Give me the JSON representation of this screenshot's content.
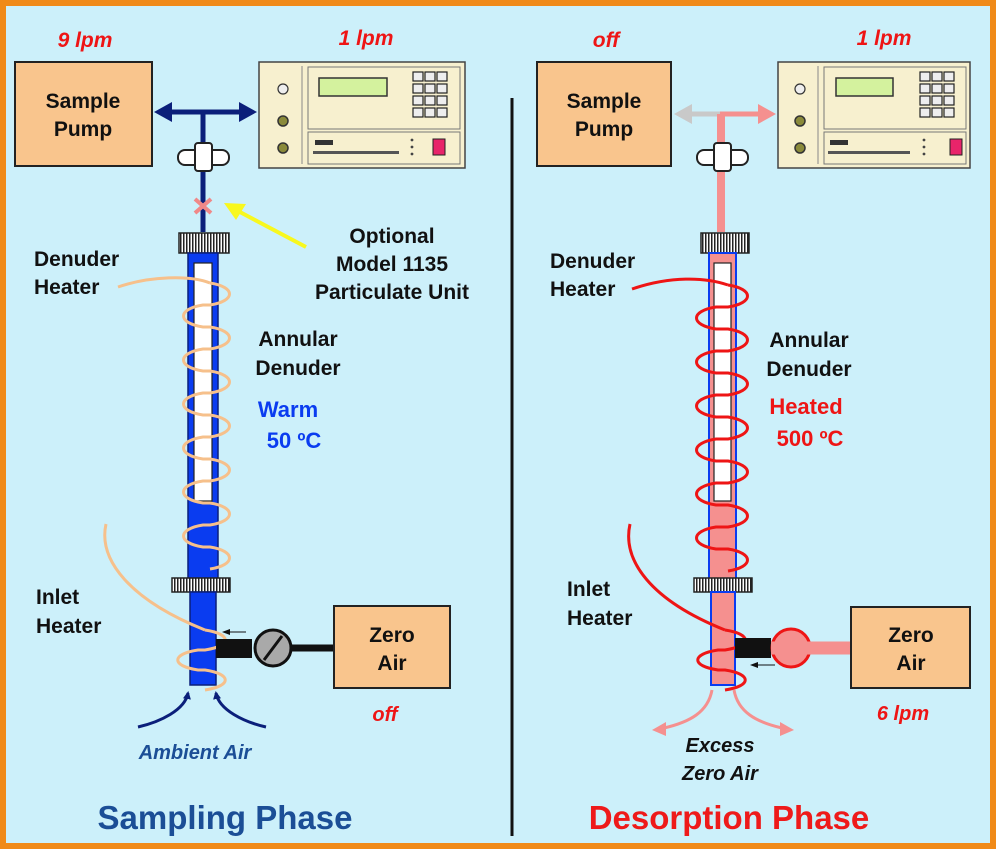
{
  "colors": {
    "frame": "#F08A18",
    "background": "#CCF0FA",
    "box_fill": "#F9C58D",
    "sampling_blue": "#0A3CF0",
    "navy": "#0B1F7A",
    "pink": "#F5908F",
    "red": "#EE1515",
    "heater_tan": "#F6C08B",
    "yellow_arrow": "#F8F81E",
    "phase_left": "#1B4E96",
    "phase_right": "#EE1A1A",
    "analyzer_body": "#F7F0CF",
    "display_green": "#D4F29E"
  },
  "left": {
    "flow_pump": "9 lpm",
    "flow_analyzer": "1 lpm",
    "pump_line1": "Sample",
    "pump_line2": "Pump",
    "optional_line1": "Optional",
    "optional_line2": "Model 1135",
    "optional_line3": "Particulate Unit",
    "denuder_heater_line1": "Denuder",
    "denuder_heater_line2": "Heater",
    "annular_line1": "Annular",
    "annular_line2": "Denuder",
    "temp_state": "Warm",
    "temp_value": "50 ºC",
    "inlet_line1": "Inlet",
    "inlet_line2": "Heater",
    "zero_line1": "Zero",
    "zero_line2": "Air",
    "zero_flow": "off",
    "ambient": "Ambient Air",
    "phase": "Sampling Phase"
  },
  "right": {
    "flow_pump": "off",
    "flow_analyzer": "1 lpm",
    "pump_line1": "Sample",
    "pump_line2": "Pump",
    "denuder_heater_line1": "Denuder",
    "denuder_heater_line2": "Heater",
    "annular_line1": "Annular",
    "annular_line2": "Denuder",
    "temp_state": "Heated",
    "temp_value": "500 ºC",
    "inlet_line1": "Inlet",
    "inlet_line2": "Heater",
    "zero_line1": "Zero",
    "zero_line2": "Air",
    "zero_flow": "6 lpm",
    "excess_line1": "Excess",
    "excess_line2": "Zero Air",
    "phase": "Desorption Phase"
  }
}
